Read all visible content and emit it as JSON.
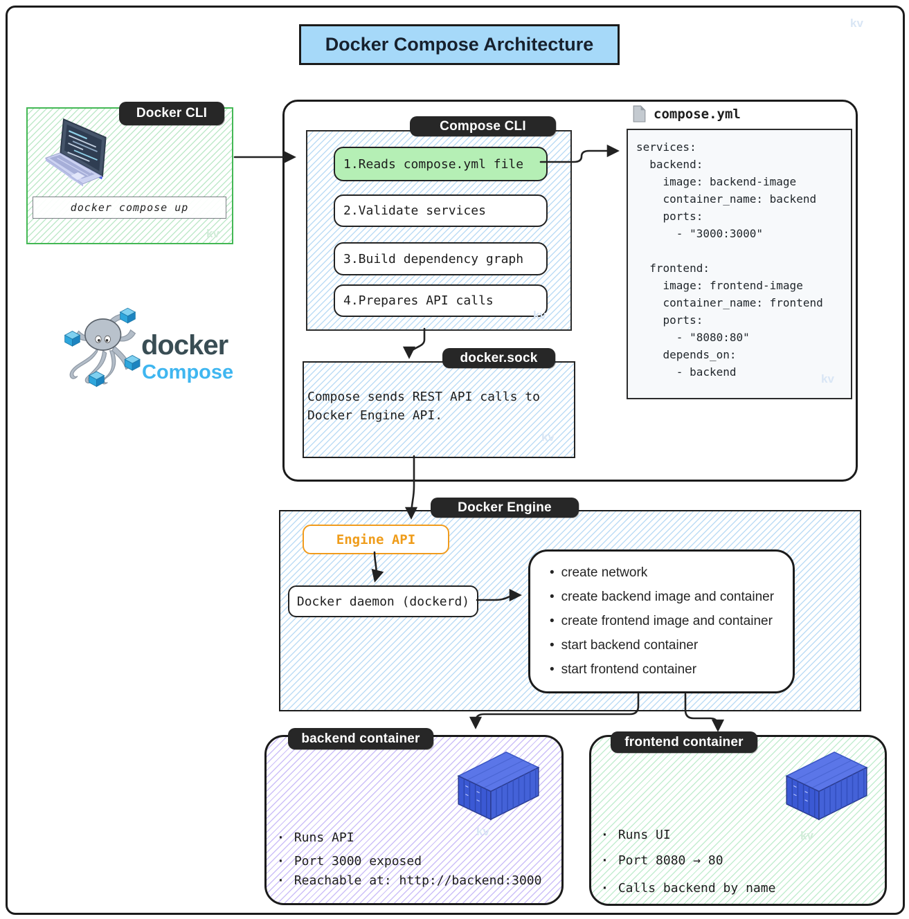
{
  "title": "Docker Compose Architecture",
  "watermark": "kv",
  "docker_cli": {
    "label": "Docker CLI",
    "command": "docker compose up"
  },
  "logo": {
    "top": "docker",
    "bottom": "Compose"
  },
  "compose_cli": {
    "label": "Compose CLI",
    "steps": [
      "1.Reads compose.yml file",
      "2.Validate services",
      "3.Build dependency graph",
      "4.Prepares API calls"
    ]
  },
  "compose_yml": {
    "filename": "compose.yml",
    "code": "services:\n  backend:\n    image: backend-image\n    container_name: backend\n    ports:\n      - \"3000:3000\"\n\n  frontend:\n    image: frontend-image\n    container_name: frontend\n    ports:\n      - \"8080:80\"\n    depends_on:\n      - backend"
  },
  "docker_sock": {
    "label": "docker.sock",
    "text": "Compose sends REST API calls to\nDocker Engine API."
  },
  "docker_engine": {
    "label": "Docker Engine",
    "engine_api_label": "Engine API",
    "daemon_label": "Docker daemon (dockerd)",
    "actions": [
      "create network",
      "create backend image and container",
      "create frontend image and container",
      "start backend container",
      "start frontend container"
    ]
  },
  "backend_container": {
    "label": "backend container",
    "bullets": [
      "Runs API",
      "Port 3000 exposed",
      "Reachable at: http://backend:3000"
    ]
  },
  "frontend_container": {
    "label": "frontend container",
    "bullets": [
      "Runs UI",
      "Port 8080 → 80",
      "Calls backend by name"
    ]
  },
  "colors": {
    "title_bg": "#a6d9f9",
    "pill_bg": "#272727",
    "step1_bg": "#b5efb5",
    "engine_api_accent": "#ef9c1a",
    "docker_cli_border": "#43b854",
    "hatch_blue": "#bcdcf5",
    "hatch_green": "#bfe9ca",
    "hatch_purple": "#ccbff8",
    "logo_docker_text": "#394d54",
    "logo_compose_text": "#3fb6f0",
    "container_blue": "#4462d8"
  }
}
